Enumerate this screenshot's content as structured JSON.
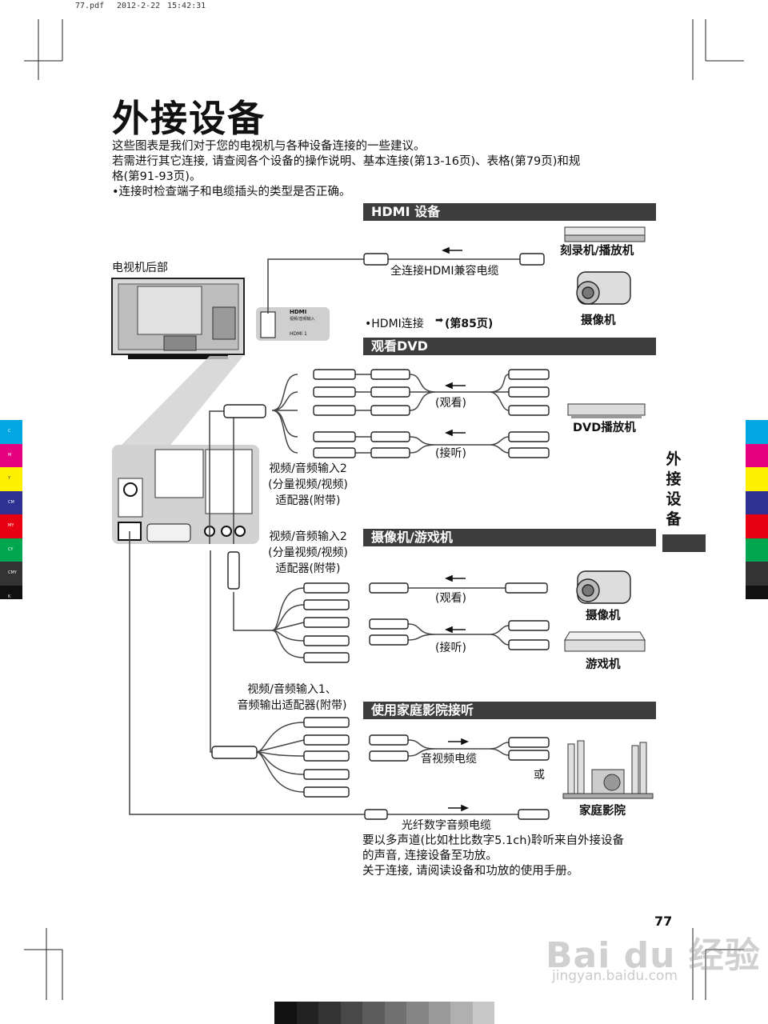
{
  "header": {
    "file": "77.pdf",
    "date": "2012-2-22",
    "time": "15:42:31"
  },
  "title": "外接设备",
  "intro": [
    "这些图表是我们对于您的电视机与各种设备连接的一些建议。",
    "若需进行其它连接, 请查阅各个设备的操作说明、基本连接(第13-16页)、表格(第79页)和规",
    "格(第91-93页)。",
    "•连接时检查端子和电缆插头的类型是否正确。"
  ],
  "sections": {
    "hdmi": "HDMI 设备",
    "dvd": "观看DVD",
    "camera_game": "摄像机/游戏机",
    "home_theater": "使用家庭影院接听"
  },
  "labels": {
    "tv_rear": "电视机后部",
    "hdmi_cable": "全连接HDMI兼容电缆",
    "hdmi_connection": "•HDMI连接",
    "hdmi_page": "(第85页)",
    "watch": "(观看)",
    "listen": "(接听)",
    "adapter2_lines": [
      "视频/音频输入2",
      "(分量视频/视频)",
      "适配器(附带)"
    ],
    "adapter1_lines": [
      "视频/音频输入1、",
      "音频输出适配器(附带)"
    ],
    "av_cable": "音视频电缆",
    "or": "或",
    "optical_cable": "光纤数字音频电缆",
    "hdmi_port_label": "HDMI",
    "hdmi_port_sub1": "视频/音频输入",
    "hdmi_port_sub2": "HDMI 1"
  },
  "devices": {
    "recorder": "刻录机/播放机",
    "camcorder": "摄像机",
    "dvd_player": "DVD播放机",
    "camcorder2": "摄像机",
    "game": "游戏机",
    "home_theater": "家庭影院"
  },
  "side_tab": [
    "外",
    "接",
    "设",
    "备"
  ],
  "footer": [
    "要以多声道(比如杜比数字5.1ch)聆听来自外接设备",
    "的声音, 连接设备至功放。",
    "关于连接, 请阅读设备和功放的使用手册。"
  ],
  "page_number": "77",
  "watermark": {
    "logo": "Bai du 经验",
    "url": "jingyan.baidu.com"
  },
  "color_strip_labels": [
    "C",
    "M",
    "Y",
    "CM",
    "MY",
    "CY",
    "CMY",
    "K"
  ],
  "colors": {
    "section_bar": "#3d3d3d",
    "cyan": "#00a7e1",
    "magenta": "#e5007f",
    "yellow": "#fff100",
    "blue": "#2e3192",
    "red": "#e60012",
    "green": "#00a650",
    "dark": "#333333",
    "black": "#111111"
  }
}
